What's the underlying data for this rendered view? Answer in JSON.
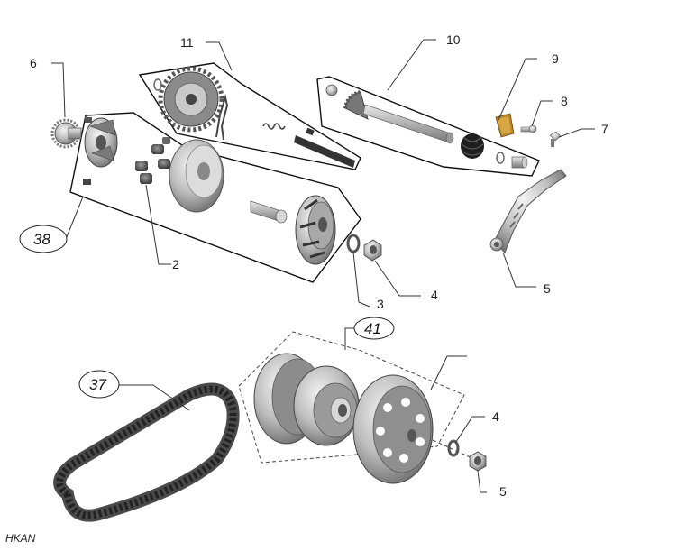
{
  "callouts": {
    "c6": "6",
    "c11": "11",
    "c10": "10",
    "c9": "9",
    "c8": "8",
    "c7": "7",
    "c38": "38",
    "c2": "2",
    "c3": "3",
    "c4a": "4",
    "c5a": "5",
    "c41": "41",
    "c37": "37",
    "c4b": "4",
    "c5b": "5"
  },
  "watermark": "HKAN"
}
